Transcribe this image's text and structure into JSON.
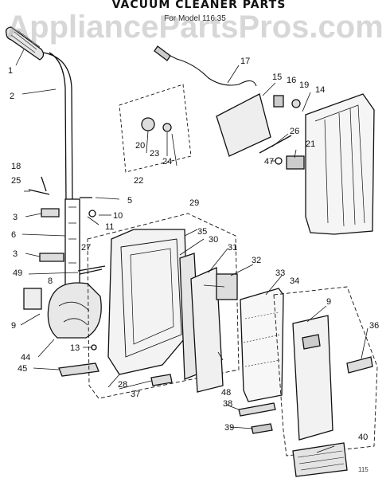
{
  "title": "VACUUM CLEANER PARTS",
  "subtitle": "For Model 116.35",
  "watermark": "AppliancePartsPros.com",
  "corner_code": "115",
  "callouts": [
    "1",
    "2",
    "3",
    "3",
    "5",
    "6",
    "8",
    "9",
    "9",
    "10",
    "11",
    "13",
    "14",
    "15",
    "16",
    "17",
    "18",
    "19",
    "20",
    "21",
    "22",
    "23",
    "24",
    "25",
    "26",
    "27",
    "28",
    "29",
    "30",
    "31",
    "32",
    "33",
    "34",
    "35",
    "36",
    "37",
    "38",
    "39",
    "40",
    "44",
    "45",
    "47",
    "48",
    "49"
  ],
  "colors": {
    "line": "#111111",
    "watermark": "#999999"
  }
}
